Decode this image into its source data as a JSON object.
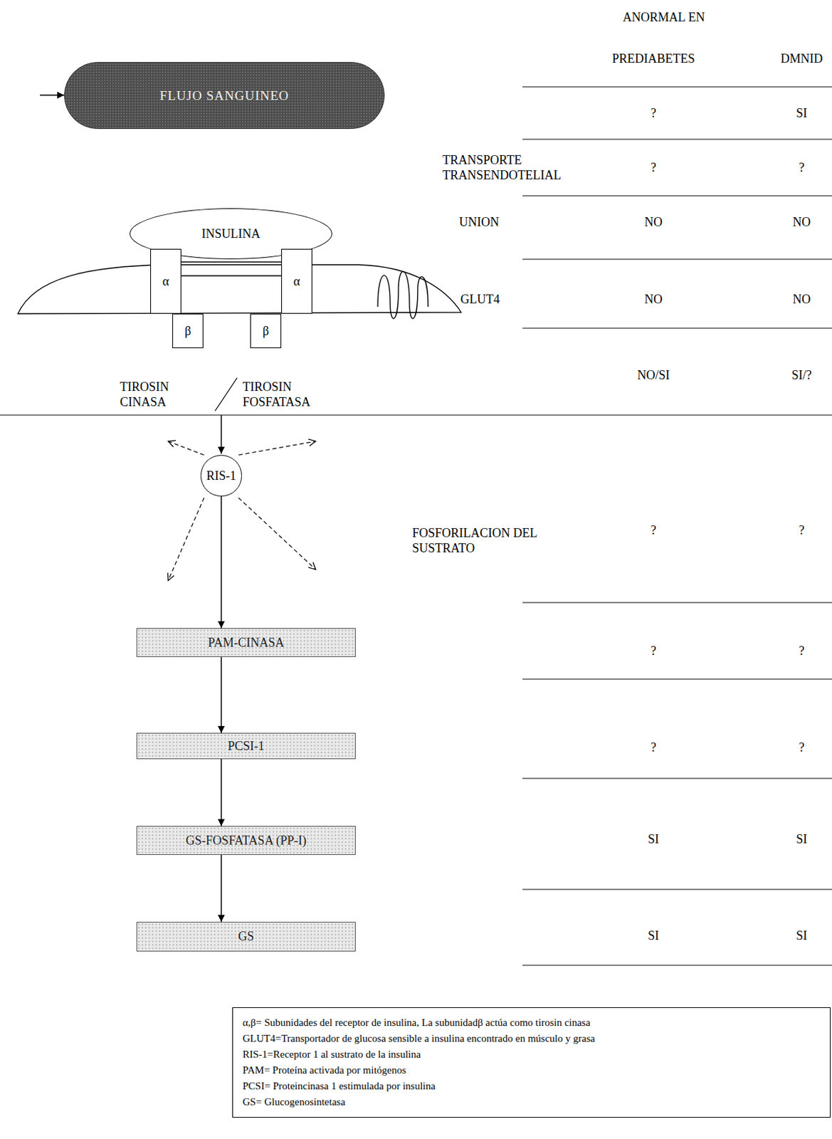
{
  "diagram": {
    "nodes": [
      {
        "text": [
          "FLUJO SANGUINEO"
        ]
      },
      {
        "text": [
          "INSULINA"
        ]
      },
      {
        "text": [
          "α"
        ]
      },
      {
        "text": [
          "α"
        ]
      },
      {
        "text": [
          "β"
        ]
      },
      {
        "text": [
          "β"
        ]
      },
      {
        "text": [
          "RIS-1"
        ]
      },
      {
        "text": [
          "PAM-CINASA"
        ]
      },
      {
        "text": [
          "PCSI-1"
        ]
      },
      {
        "text": [
          "GS-FOSFATASA (PP-I)"
        ]
      },
      {
        "text": [
          "GS"
        ]
      },
      {
        "text": [
          "α,β= Subunidades del receptor de insulina, La subunidadβ actúa como tirosin cinasa",
          "GLUT4=Transportador de glucosa sensible a insulina encontrado en músculo y grasa",
          "RIS-1=Receptor 1 al sustrato de la insulina",
          "PAM= Proteína activada por mitógenos",
          "PCSI= Proteincinasa 1 estimulada por insulina",
          "GS= Glucogenosintetasa"
        ]
      }
    ],
    "edges": [
      {
        "from": 6,
        "to": 7,
        "arrow": "to"
      },
      {
        "from": 7,
        "to": 8,
        "arrow": "to"
      },
      {
        "from": 8,
        "to": 9,
        "arrow": "to"
      },
      {
        "from": 9,
        "to": 10,
        "arrow": "to"
      }
    ],
    "labels": [
      "ANORMAL EN",
      "PREDIABETES",
      "DMNID",
      "?",
      "SI",
      "TRANSPORTE TRANSENDOTELIAL",
      "?",
      "?",
      "UNION",
      "NO",
      "NO",
      "GLUT4",
      "NO",
      "NO",
      "TIROSIN CINASA",
      "TIROSIN FOSFATASA",
      "NO/SI",
      "SI/?",
      "FOSFORILACION DEL SUSTRATO",
      "?",
      "?",
      "?",
      "?",
      "?",
      "?",
      "SI",
      "SI",
      "SI",
      "SI"
    ]
  }
}
